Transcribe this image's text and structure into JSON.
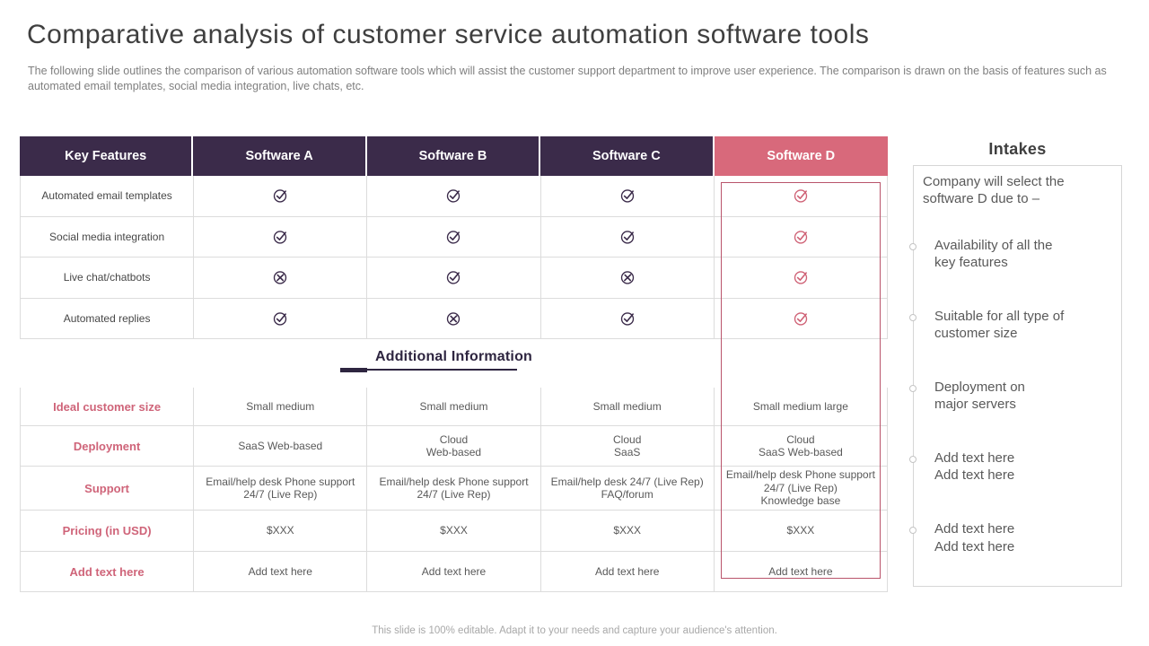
{
  "colors": {
    "header_purple": "#3b2b4a",
    "accent_pink": "#d8697b",
    "accent_pink_dark": "#cf6276",
    "label_pink": "#cf6479"
  },
  "header": {
    "title": "Comparative analysis of customer service automation software tools",
    "subtitle": "The following slide outlines the comparison of various automation software tools which will assist the customer support department to improve user experience. The comparison is drawn on the basis of features such as automated email templates, social media integration, live chats, etc."
  },
  "table": {
    "columns": [
      "Key Features",
      "Software A",
      "Software B",
      "Software C",
      "Software D"
    ],
    "feature_rows": [
      {
        "label": "Automated email templates",
        "marks": [
          "check",
          "check",
          "check",
          "check"
        ]
      },
      {
        "label": "Social media integration",
        "marks": [
          "check",
          "check",
          "check",
          "check"
        ]
      },
      {
        "label": "Live chat/chatbots",
        "marks": [
          "cross",
          "check",
          "cross",
          "check"
        ]
      },
      {
        "label": "Automated replies",
        "marks": [
          "check",
          "cross",
          "check",
          "check"
        ]
      }
    ],
    "section_title": "Additional Information",
    "info_rows": [
      {
        "label": "Ideal customer size",
        "values": [
          "Small medium",
          "Small medium",
          "Small medium",
          "Small medium large"
        ]
      },
      {
        "label": "Deployment",
        "values": [
          "SaaS Web-based",
          "Cloud\nWeb-based",
          "Cloud\nSaaS",
          "Cloud\nSaaS Web-based"
        ]
      },
      {
        "label": "Support",
        "values": [
          "Email/help desk Phone support\n24/7 (Live Rep)",
          "Email/help desk Phone support\n24/7 (Live Rep)",
          "Email/help desk 24/7 (Live Rep)\nFAQ/forum",
          "Email/help desk Phone support\n24/7 (Live Rep)\nKnowledge base"
        ]
      },
      {
        "label": "Pricing (in USD)",
        "values": [
          "$XXX",
          "$XXX",
          "$XXX",
          "$XXX"
        ]
      },
      {
        "label": "Add text here",
        "values": [
          "Add text here",
          "Add text here",
          "Add text here",
          "Add text here"
        ]
      }
    ]
  },
  "sidebar": {
    "title": "Intakes",
    "intro": "Company will select the software D due to –",
    "items": [
      "Availability of all the\nkey features",
      "Suitable for all type of\ncustomer size",
      "Deployment on\nmajor servers",
      "Add text here\nAdd text here",
      "Add text here\nAdd text here"
    ]
  },
  "footer": {
    "note": "This slide is 100% editable. Adapt it to your needs and capture your audience's attention."
  },
  "icons": {
    "check": "check-circle-icon",
    "cross": "cross-circle-icon"
  }
}
